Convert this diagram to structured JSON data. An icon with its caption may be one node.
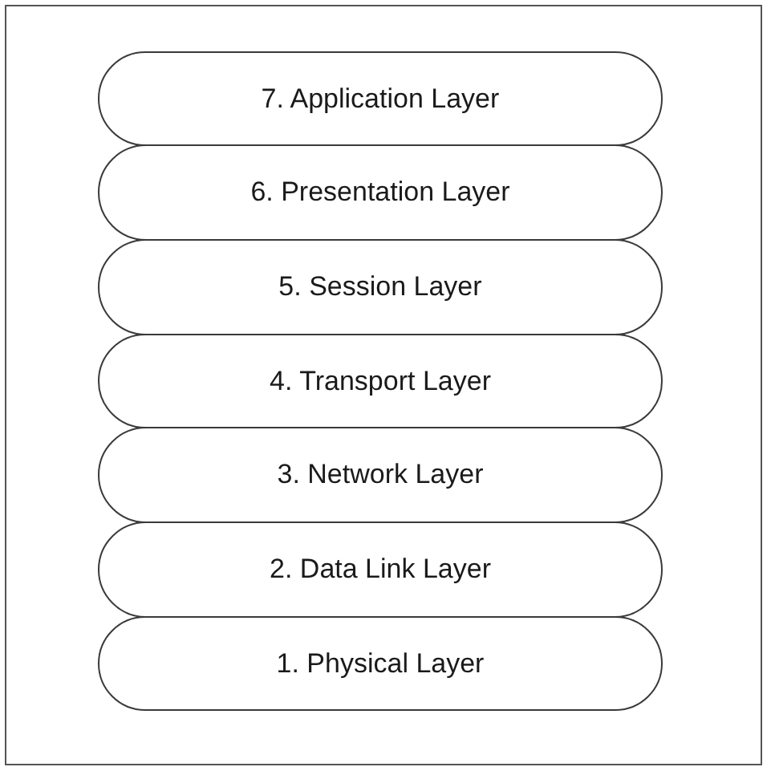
{
  "diagram": {
    "nodes": [
      {
        "text": [
          "7. Application Layer"
        ]
      },
      {
        "text": [
          "6. Presentation Layer"
        ]
      },
      {
        "text": [
          "5. Session Layer"
        ]
      },
      {
        "text": [
          "4. Transport Layer"
        ]
      },
      {
        "text": [
          "3. Network Layer"
        ]
      },
      {
        "text": [
          "2. Data Link Layer"
        ]
      },
      {
        "text": [
          "1. Physical Layer"
        ]
      }
    ],
    "edges": []
  }
}
